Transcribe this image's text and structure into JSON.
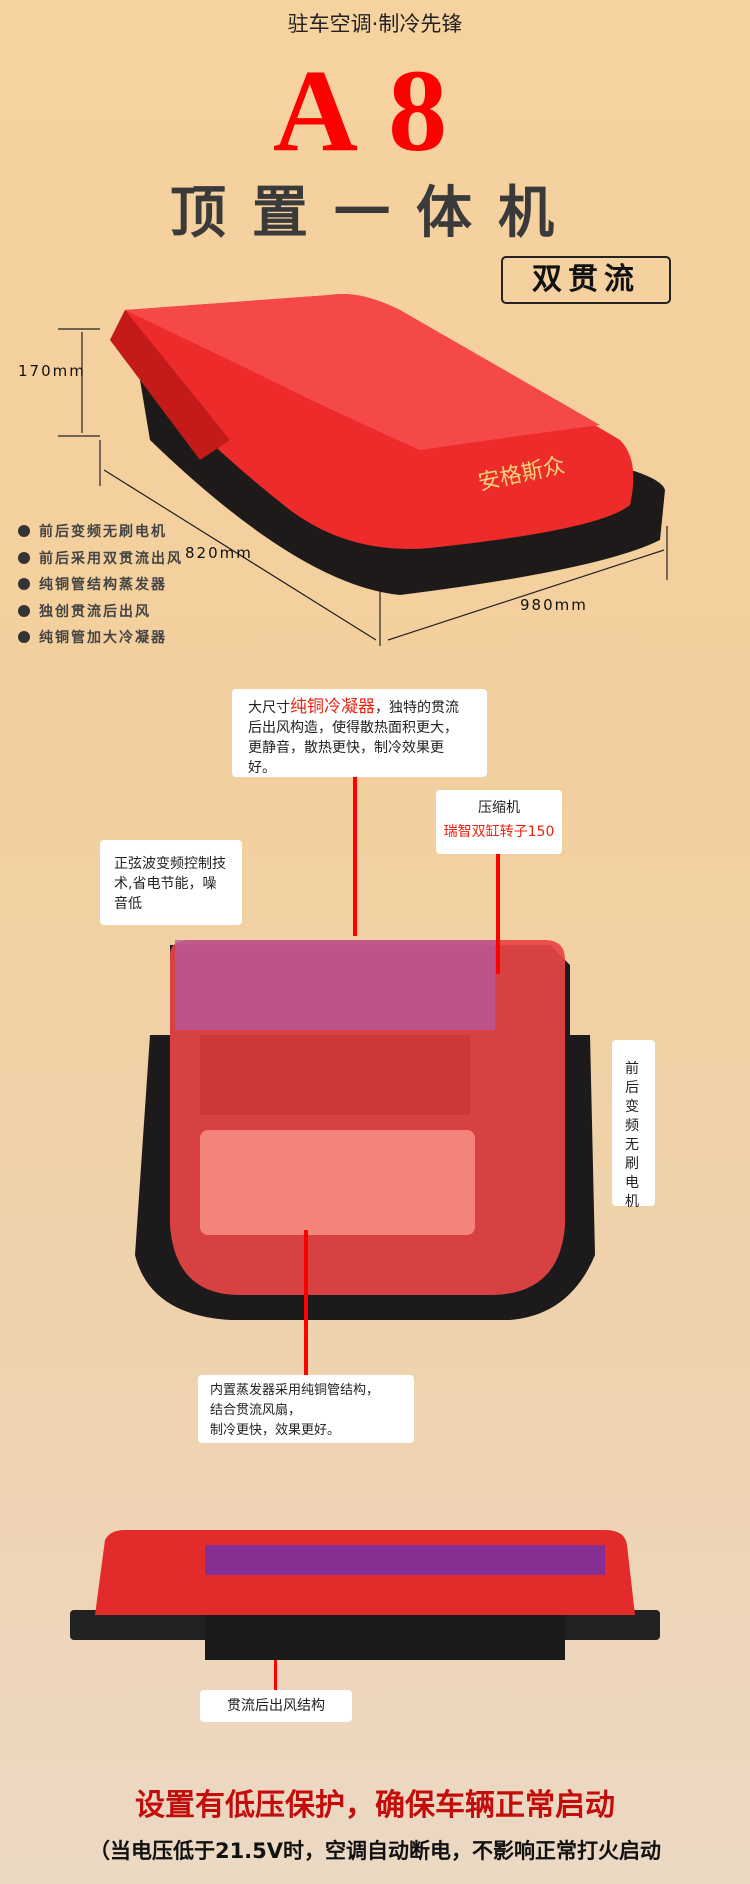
{
  "header": {
    "tagline": "驻车空调·制冷先锋",
    "model": "A8",
    "subtitle": "顶置一体机",
    "badge": "双贯流"
  },
  "product": {
    "brand_mark": "安格斯众",
    "dimensions": {
      "height": "170mm",
      "depth": "820mm",
      "width": "980mm"
    },
    "colors": {
      "body": "#ee2b2b",
      "base": "#1e1a1a"
    }
  },
  "features": [
    "前后变频无刷电机",
    "前后采用双贯流出风",
    "纯铜管结构蒸发器",
    "独创贯流后出风",
    "纯铜管加大冷凝器"
  ],
  "callouts": {
    "condenser": {
      "prefix": "大尺寸",
      "highlight": "纯铜冷凝器",
      "suffix": "，独特的贯流后出风构造，使得散热面积更大，更静音，散热更快，制冷效果更好。"
    },
    "compressor": {
      "title": "压缩机",
      "detail": "瑞智双缸转子150"
    },
    "inverter": "正弦波变频控制技术,省电节能，噪音低",
    "motor": "前后变频无刷电机",
    "evaporator": [
      "内置蒸发器采用纯铜管结构，",
      "结合贯流风扇，",
      "制冷更快，效果更好。"
    ],
    "rear_outlet": "贯流后出风结构"
  },
  "footer": {
    "headline": "设置有低压保护，确保车辆正常启动",
    "note": "（当电压低于21.5V时，空调自动断电，不影响正常打火启动"
  }
}
